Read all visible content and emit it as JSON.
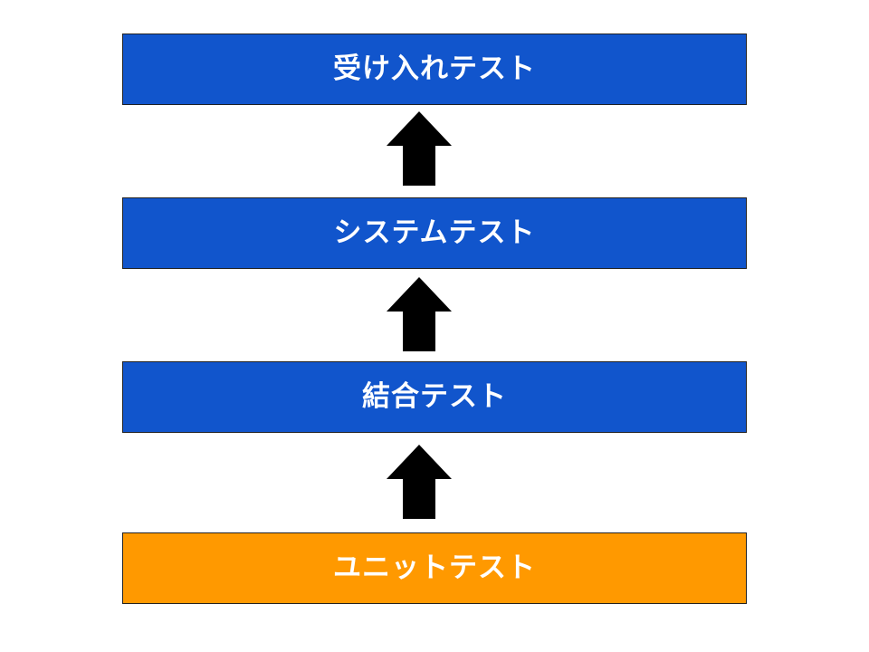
{
  "stages": [
    {
      "label": "受け入れテスト",
      "color": "#1155CC"
    },
    {
      "label": "システムテスト",
      "color": "#1155CC"
    },
    {
      "label": "結合テスト",
      "color": "#1155CC"
    },
    {
      "label": "ユニットテスト",
      "color": "#FF9900"
    }
  ],
  "colors": {
    "arrow": "#000000",
    "border": "#222222",
    "text": "#FFFFFF"
  },
  "arrow_direction": "up"
}
